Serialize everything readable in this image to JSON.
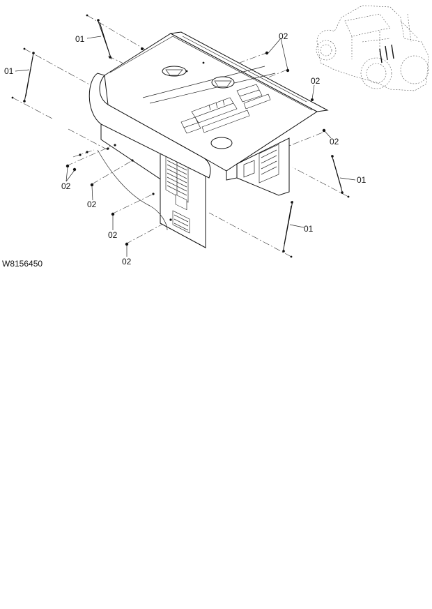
{
  "drawing_id": "W8156450",
  "callouts": [
    {
      "id": "c1",
      "label": "01"
    },
    {
      "id": "c2",
      "label": "01"
    },
    {
      "id": "c3",
      "label": "02"
    },
    {
      "id": "c4",
      "label": "02"
    },
    {
      "id": "c5",
      "label": "02"
    },
    {
      "id": "c6",
      "label": "01"
    },
    {
      "id": "c7",
      "label": "02"
    },
    {
      "id": "c8",
      "label": "02"
    },
    {
      "id": "c9",
      "label": "01"
    },
    {
      "id": "c10",
      "label": "02"
    },
    {
      "id": "c11",
      "label": "02"
    }
  ]
}
